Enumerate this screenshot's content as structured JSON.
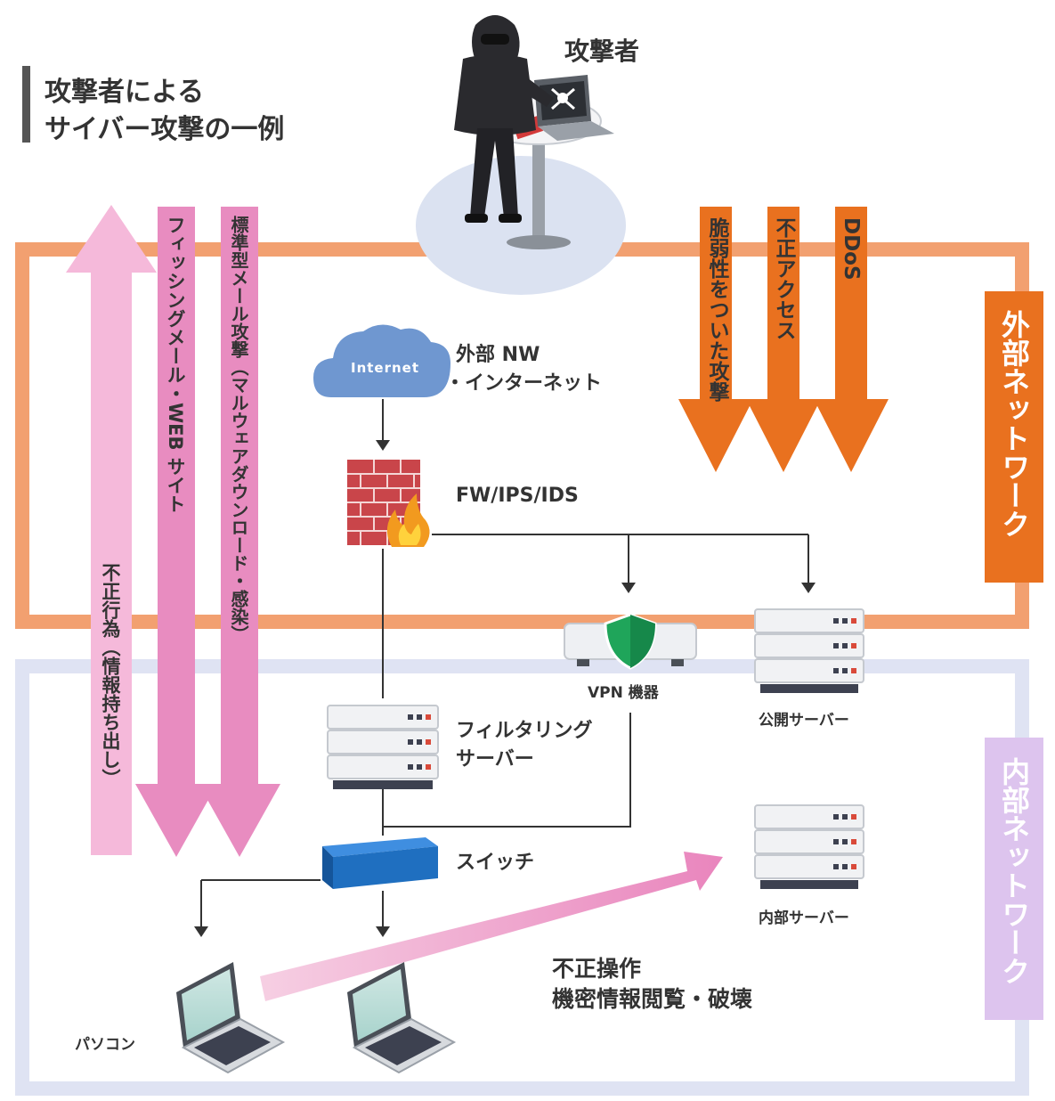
{
  "title_line1": "攻撃者による",
  "title_line2": "サイバー攻撃の一例",
  "attacker_label": "攻撃者",
  "cloud_text": "Internet",
  "external_nw_line1": "外部 NW",
  "external_nw_line2": "・インターネット",
  "fw_label": "FW/IPS/IDS",
  "vpn_label": "VPN 機器",
  "public_server_label": "公開サーバー",
  "filter_server_line1": "フィルタリング",
  "filter_server_line2": "サーバー",
  "switch_label": "スイッチ",
  "internal_server_label": "内部サーバー",
  "pc_label": "パソコン",
  "misuse_line1": "不正操作",
  "misuse_line2": "機密情報閲覧・破壊",
  "external_network_label": "外部ネットワーク",
  "internal_network_label": "内部ネットワーク",
  "pink_arrows": {
    "leak": "不正行為（情報持ち出し）",
    "phishing": "フィッシングメール・WEB サイト",
    "malware": "標準型メール攻撃（マルウェアダウンロード・感染）"
  },
  "orange_arrows": {
    "vuln": "脆弱性をついた攻撃",
    "unauthorized": "不正アクセス",
    "ddos": "DDoS"
  },
  "colors": {
    "external_frame": "#f2a070",
    "internal_frame": "#dfe3f3",
    "orange": "#e9711f",
    "pink": "#e88cc0",
    "pink_light": "#f5b9da",
    "internal_tab": "#ddc4ee",
    "cloud": "#6f97d0",
    "brick": "#c9454a",
    "switch": "#1f6fc0",
    "shield": "#1fa55a",
    "title_bar": "#555555"
  }
}
